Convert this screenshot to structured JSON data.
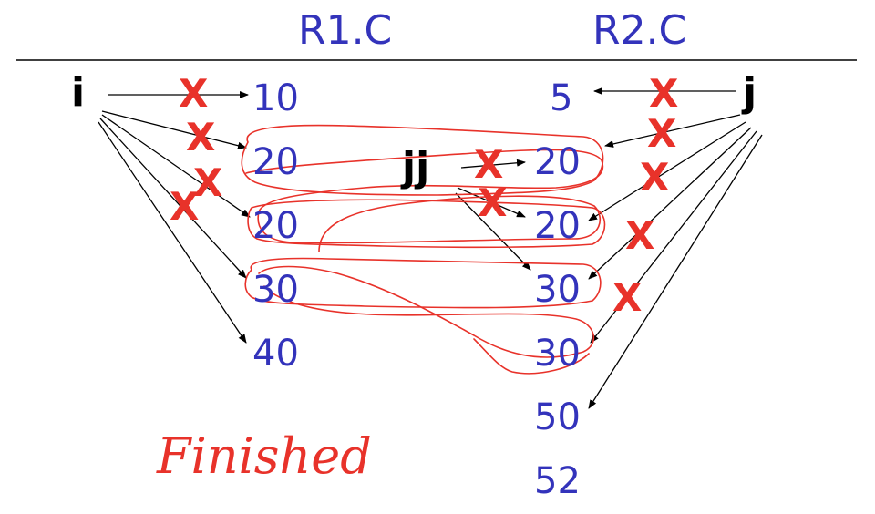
{
  "headers": {
    "r1": "R1.C",
    "r2": "R2.C"
  },
  "pointers": {
    "i": "i",
    "j": "j",
    "jj": "jj"
  },
  "r1_values": [
    "10",
    "20",
    "20",
    "30",
    "40"
  ],
  "r2_values": [
    "5",
    "20",
    "20",
    "30",
    "30",
    "50",
    "52"
  ],
  "cross_mark": "X",
  "status": "Finished",
  "colors": {
    "values": "#3333bb",
    "annotation": "#e8322a",
    "pointer": "#000000"
  }
}
